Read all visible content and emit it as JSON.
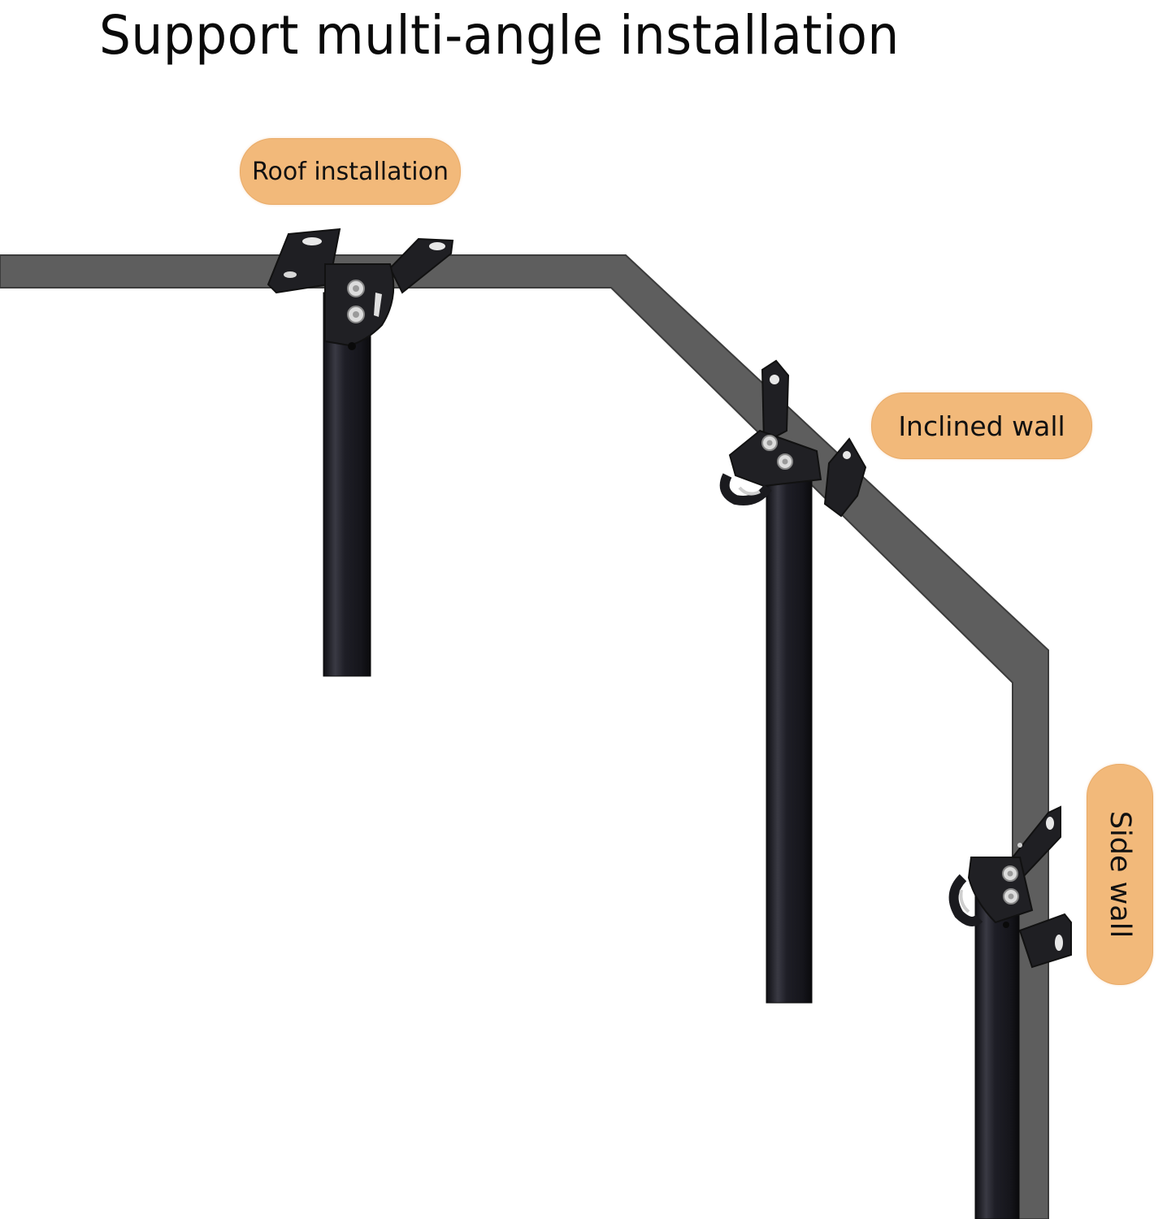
{
  "title": "Support multi-angle installation",
  "labels": {
    "roof": "Roof installation",
    "inclined": "Inclined wall",
    "side": "Side wall"
  },
  "colors": {
    "wall": "#5e5e5e",
    "wall_edge": "#3c3c3c",
    "pole": "#1c1c22",
    "bracket": "#202024",
    "pill_fill": "#f2b97a",
    "text": "#0a0a0a",
    "background": "#ffffff"
  }
}
